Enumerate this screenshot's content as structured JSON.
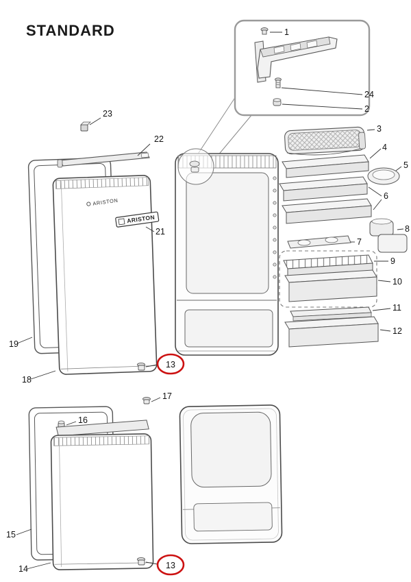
{
  "title": "STANDARD",
  "brand": "ARISTON",
  "colors": {
    "outline": "#4a4a4a",
    "leader": "#333333",
    "highlight_red": "#cc1111",
    "fill_light": "#f3f3f3"
  },
  "parts": {
    "1": "1",
    "2": "2",
    "3": "3",
    "4": "4",
    "5": "5",
    "6": "6",
    "7": "7",
    "8": "8",
    "9": "9",
    "10": "10",
    "11": "11",
    "12": "12",
    "13": "13",
    "14": "14",
    "15": "15",
    "16": "16",
    "17": "17",
    "18": "18",
    "19": "19",
    "21": "21",
    "22": "22",
    "23": "23",
    "24": "24"
  }
}
